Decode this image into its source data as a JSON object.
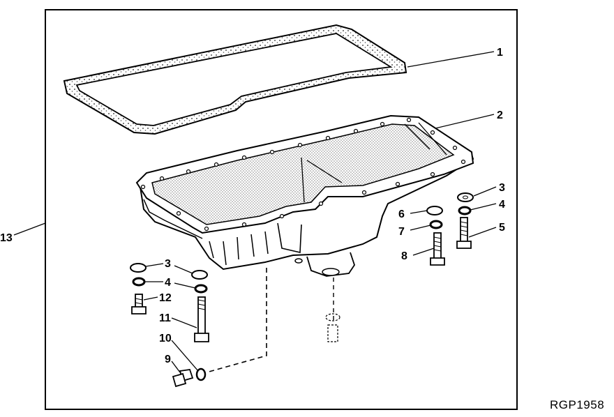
{
  "callouts": {
    "c1": "1",
    "c2": "2",
    "c3a": "3",
    "c3b": "3",
    "c4a": "4",
    "c4b": "4",
    "c5": "5",
    "c6": "6",
    "c7": "7",
    "c8": "8",
    "c9": "9",
    "c10": "10",
    "c11": "11",
    "c12": "12",
    "c13": "13"
  },
  "figure_code": "RGP1958",
  "colors": {
    "line": "#000000",
    "fill": "#ffffff",
    "mesh": "#9a9a9a"
  }
}
